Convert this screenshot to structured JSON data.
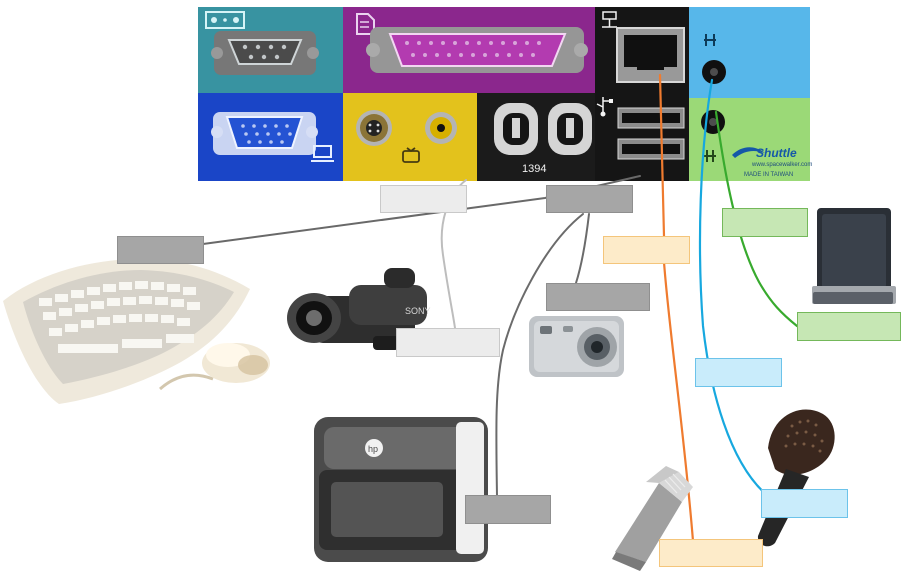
{
  "panel": {
    "port_label_1394": "1394",
    "brand_name": "Shuttle",
    "brand_website": "www.spacewalker.com",
    "made_in": "MADE IN TAIWAN"
  },
  "device_text": {
    "camcorder_brand": "SONY",
    "printer_brand": "hp"
  },
  "labels": [
    {
      "id": "keyboard",
      "text": ""
    },
    {
      "id": "camcorder",
      "text": ""
    },
    {
      "id": "firewire",
      "text": ""
    },
    {
      "id": "usb",
      "text": ""
    },
    {
      "id": "camera",
      "text": ""
    },
    {
      "id": "printer",
      "text": ""
    },
    {
      "id": "network",
      "text": ""
    },
    {
      "id": "network-cable",
      "text": ""
    },
    {
      "id": "speaker-top",
      "text": ""
    },
    {
      "id": "speaker-right",
      "text": ""
    },
    {
      "id": "mic-middle",
      "text": ""
    },
    {
      "id": "mic-bottom",
      "text": ""
    }
  ],
  "colors": {
    "serial_port_bg": "#3a93a1",
    "parallel_port_bg": "#8b278d",
    "vga_port_bg": "#1a45c7",
    "video_port_bg": "#e3c21c",
    "firewire_bg": "#1a1a1a",
    "network_bg": "#151515",
    "audio_line_bg": "#57b7ea",
    "audio_mic_bg": "#9bd977",
    "cable_orange": "#ef7b2f",
    "cable_green": "#36a72d",
    "cable_blue": "#1ea7df",
    "cable_gray": "#6a6a6a"
  },
  "icons": {
    "serial": "serial-port-icon",
    "parallel": "parallel-port-icon",
    "vga": "vga-port-icon",
    "video": "video-port-icon",
    "network": "network-port-icon",
    "usb": "usb-port-icon",
    "audio": "audio-jack-icon"
  }
}
